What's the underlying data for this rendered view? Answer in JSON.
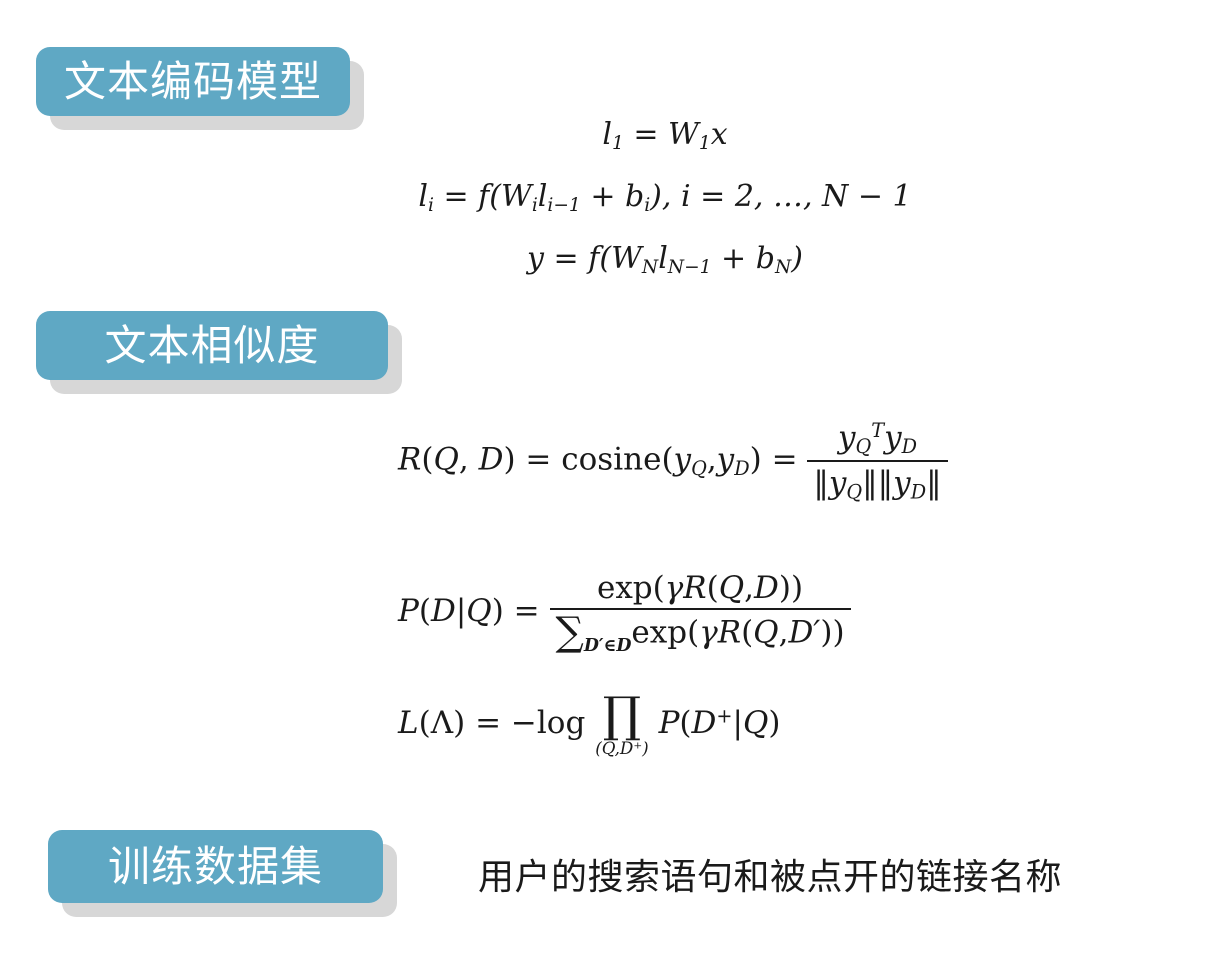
{
  "theme": {
    "accent": "#5fa8c4",
    "shadow": "#d7d7d7",
    "text": "#1a1a1a",
    "background": "#ffffff",
    "chip_text": "#ffffff"
  },
  "sections": [
    {
      "id": "encoder",
      "label": "文本编码模型",
      "equations": [
        "l₁ = W₁x",
        "lᵢ = f(Wᵢlᵢ₋₁ + bᵢ), i = 2, …, N − 1",
        "y = f(W_N l_{N−1} + b_N)"
      ]
    },
    {
      "id": "similarity",
      "label": "文本相似度",
      "equations": [
        "R(Q, D) = cosine(y_Q, y_D) = (y_Q^T y_D) / (‖y_Q‖‖y_D‖)",
        "P(D|Q) = exp(γR(Q, D)) / Σ_{D′∈D} exp(γR(Q, D′))",
        "L(Λ) = −log ∏_{(Q,D⁺)} P(D⁺|Q)"
      ]
    },
    {
      "id": "dataset",
      "label": "训练数据集",
      "description": "用户的搜索语句和被点开的链接名称"
    }
  ],
  "math": {
    "encoder": {
      "line1": {
        "l": "l",
        "l_sub": "1",
        "eq": "=",
        "W": "W",
        "W_sub": "1",
        "x": "x"
      },
      "line2": {
        "l": "l",
        "l_sub": "i",
        "eq": "=",
        "f": "f",
        "open": "(",
        "W": "W",
        "W_sub": "i",
        "l2": "l",
        "l2_sub": "i−1",
        "plus": "+",
        "b": "b",
        "b_sub": "i",
        "close": ")",
        "comma": ",",
        "i": "i",
        "eq2": "=",
        "rng": "2, …, N − 1"
      },
      "line3": {
        "y": "y",
        "eq": "=",
        "f": "f",
        "open": "(",
        "W": "W",
        "W_sub": "N",
        "l": "l",
        "l_sub": "N−1",
        "plus": "+",
        "b": "b",
        "b_sub": "N",
        "close": ")"
      }
    },
    "cosine": {
      "R": "R",
      "open": "(",
      "Q": "Q",
      "comma": ",",
      "D": "D",
      "close": ")",
      "eq1": "=",
      "cosine": "cosine",
      "open2": "(",
      "yQ": "y",
      "yQ_sub": "Q",
      "comma2": ",",
      "yD": "y",
      "yD_sub": "D",
      "close2": ")",
      "eq2": "=",
      "num_y1": "y",
      "num_y1_sub": "Q",
      "num_y1_sup": "T",
      "num_y2": "y",
      "num_y2_sub": "D",
      "den_bar1": "‖",
      "den_y1": "y",
      "den_y1_sub": "Q",
      "den_bar2": "‖",
      "den_bar3": "‖",
      "den_y2": "y",
      "den_y2_sub": "D",
      "den_bar4": "‖"
    },
    "softmax": {
      "P": "P",
      "open": "(",
      "D": "D",
      "bar": "|",
      "Q": "Q",
      "close": ")",
      "eq": "=",
      "num_exp": "exp",
      "num_open": "(",
      "num_gamma": "γ",
      "num_R": "R",
      "num_open2": "(",
      "num_Q": "Q",
      "num_comma": ",",
      "num_D": "D",
      "num_close2": ")",
      "num_close": ")",
      "den_sum": "∑",
      "den_limit": "D′∈D",
      "den_exp": "exp",
      "den_open": "(",
      "den_gamma": "γ",
      "den_R": "R",
      "den_open2": "(",
      "den_Q": "Q",
      "den_comma": ",",
      "den_D": "D′",
      "den_close2": ")",
      "den_close": ")"
    },
    "loss": {
      "L": "L",
      "open": "(",
      "lambda": "Λ",
      "close": ")",
      "eq": "=",
      "minus": "−",
      "log": "log",
      "prod": "∏",
      "prod_limit": "(Q,D⁺)",
      "P": "P",
      "open2": "(",
      "D": "D",
      "plus_sup": "+",
      "bar": "|",
      "Q": "Q",
      "close2": ")"
    }
  }
}
